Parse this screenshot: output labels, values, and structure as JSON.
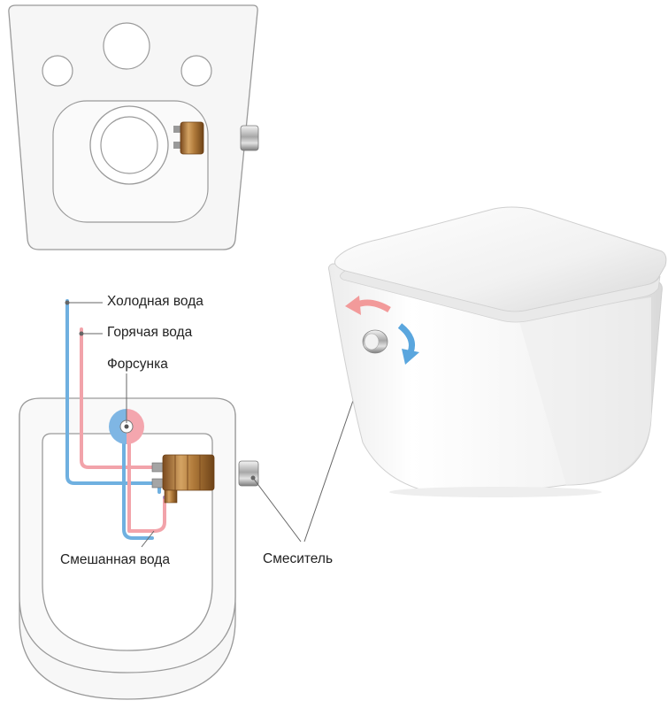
{
  "labels": {
    "cold_water": "Холодная вода",
    "hot_water": "Горячая вода",
    "nozzle": "Форсунка",
    "mixed_water": "Смешанная вода",
    "mixer": "Смеситель"
  },
  "colors": {
    "cold_pipe": "#6fb0e0",
    "hot_pipe": "#f2a3aa",
    "cold_arrow": "#5aa6de",
    "hot_arrow": "#f29a9a",
    "outline": "#8a8a8a",
    "brass": "#b07a3a"
  },
  "icons": {
    "nozzle": "nozzle-icon",
    "mixer_knob": "mixer-knob-icon",
    "valve": "brass-valve-icon"
  }
}
